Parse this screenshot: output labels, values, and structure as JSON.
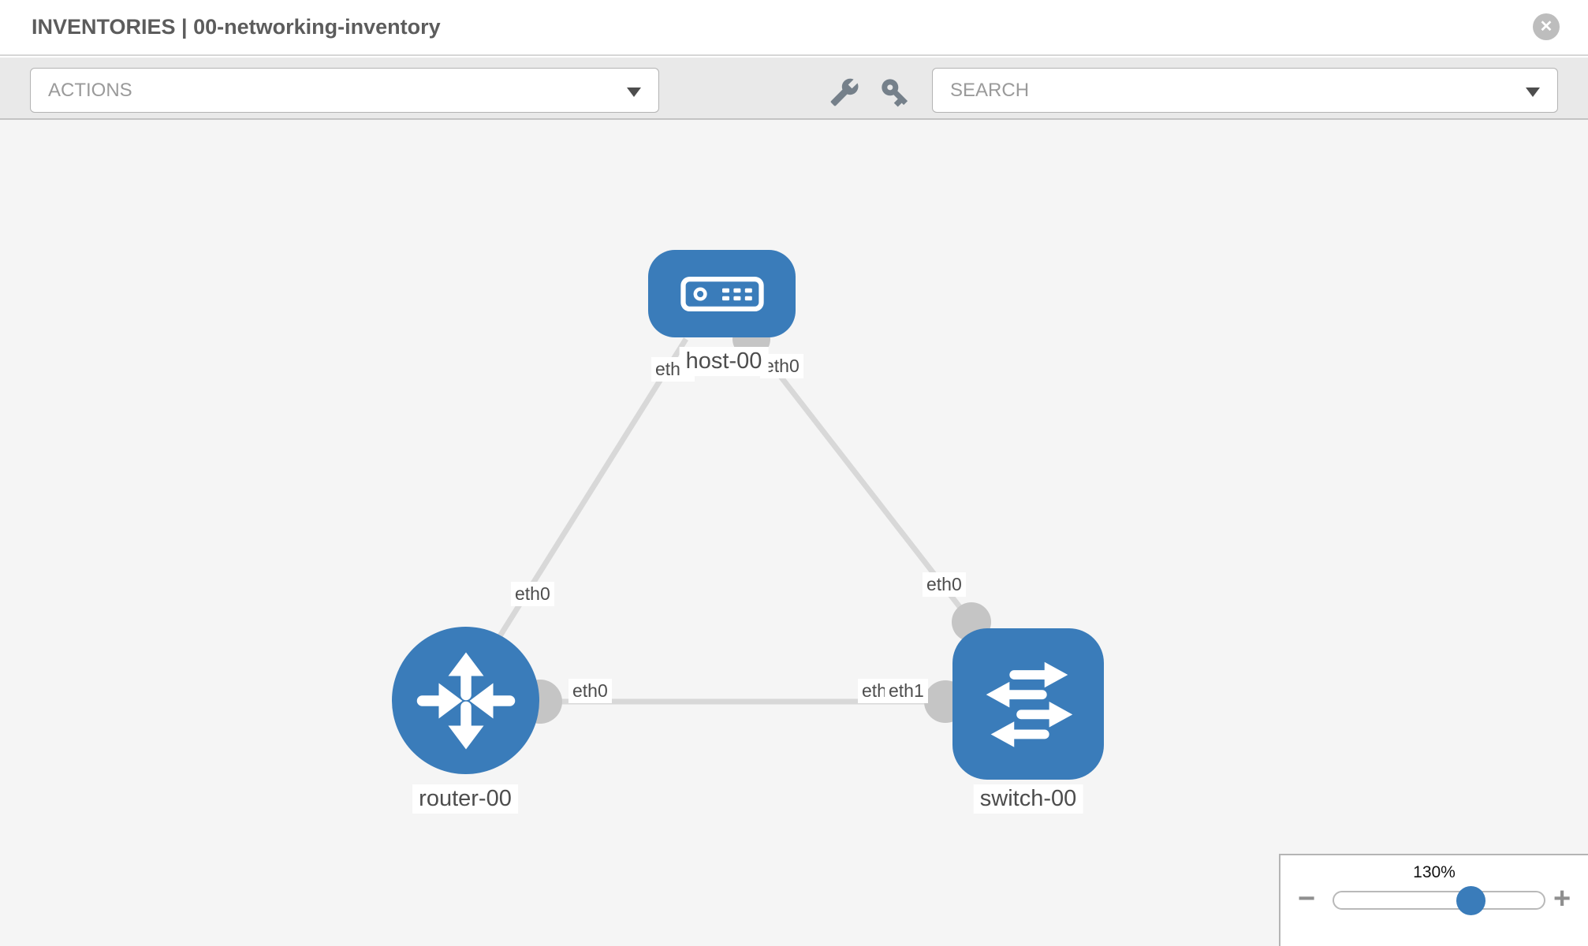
{
  "header": {
    "title": "INVENTORIES | 00-networking-inventory"
  },
  "icons": {
    "close": "✕"
  },
  "toolbar": {
    "actions": "ACTIONS",
    "search": "SEARCH",
    "tools": [
      "wrench-icon",
      "key-icon"
    ]
  },
  "topology": {
    "nodes": {
      "host": {
        "label": "host-00",
        "type": "host"
      },
      "router": {
        "label": "router-00",
        "type": "router"
      },
      "switch": {
        "label": "switch-00",
        "type": "switch"
      }
    },
    "links": [
      {
        "from": "host-00",
        "from_iface": "eth0",
        "to": "router-00",
        "to_iface": "eth0"
      },
      {
        "from": "host-00",
        "from_iface": "eth0",
        "to": "switch-00",
        "to_iface": "eth0"
      },
      {
        "from": "router-00",
        "from_iface": "eth0",
        "to": "switch-00",
        "to_iface": "eth1"
      }
    ],
    "ifaces": {
      "host_left": "eth0",
      "host_right": "eth0",
      "left_mid": "eth0",
      "right_mid": "eth0",
      "bottom_left": "eth0",
      "bottom_right_hidden": "eth0",
      "bottom_right": "eth1"
    }
  },
  "zoom": {
    "level": "130%",
    "minus": "−",
    "plus": "+"
  },
  "colors": {
    "node_blue": "#3a7cba",
    "link_gray": "#d8d8d8",
    "connector_gray": "#c5c5c5",
    "canvas_bg": "#f5f5f5"
  }
}
